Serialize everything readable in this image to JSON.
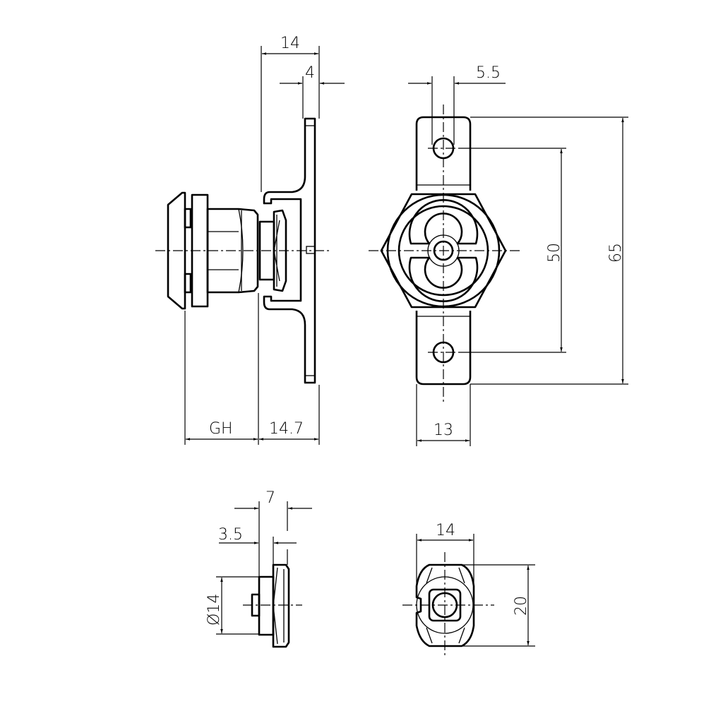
{
  "drawing": {
    "title": "Cam lock technical drawing",
    "views": [
      "side-view",
      "front-view",
      "cam-side-view",
      "cam-front-view"
    ],
    "dimensions": {
      "side_total_depth": "14",
      "side_plate_thickness": "4",
      "side_gh": "GH",
      "side_depth_behind": "14.7",
      "front_hole_dia": "5.5",
      "front_hole_spacing": "50",
      "front_total_height": "65",
      "front_width": "13",
      "cam_width": "7",
      "cam_offset": "3.5",
      "cam_diameter": "Ø14",
      "cam_front_width": "14",
      "cam_front_height": "20"
    }
  }
}
